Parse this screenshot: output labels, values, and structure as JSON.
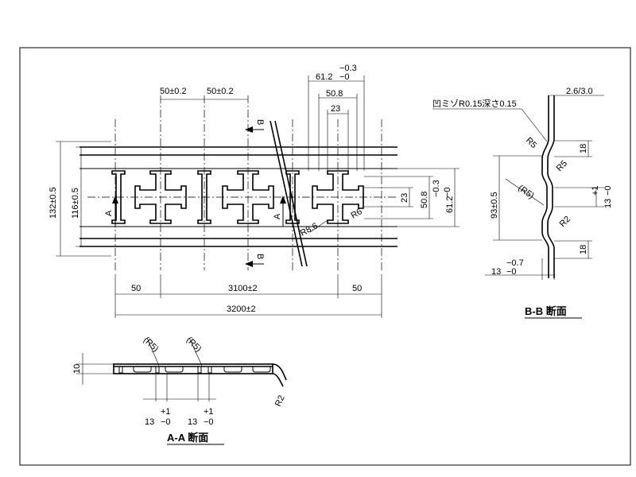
{
  "dimensions": {
    "pitch_left": "50±0.2",
    "pitch_right": "50±0.2",
    "total_612": "61.2",
    "tol_612_up": "−0.3",
    "tol_612_low": "−0",
    "dim_508": "50.8",
    "dim_23": "23",
    "height_132": "132±0.5",
    "height_116": "116±0.5",
    "right_23": "23",
    "right_508": "50.8",
    "right_612": "61.2",
    "right_tol_up": "−0.3",
    "right_tol_low": "−0",
    "bottom_50_left": "50",
    "bottom_3100": "3100±2",
    "bottom_50_right": "50",
    "bottom_3200": "3200±2",
    "r86": "R8.6",
    "r6": "R6"
  },
  "section_markers": {
    "a_left": "A",
    "a_right": "A",
    "b_top": "B",
    "b_bottom": "B"
  },
  "section_bb": {
    "title": "B-B 断面",
    "note": "凹ミゾR0.15深さ0.15",
    "thickness": "2.6/3.0",
    "r5_top": "R5",
    "r5_mid": "R5",
    "r5_paren": "(R5)",
    "r2": "R2",
    "dim_93": "93±0.5",
    "dim_18_top": "18",
    "dim_18_bot": "18",
    "dim_13_right": "13",
    "tol_13_right_up": "+1",
    "tol_13_right_low": "−0",
    "dim_13_bottom": "13",
    "tol_13_bottom_up": "−0.7",
    "tol_13_bottom_low": "−0"
  },
  "section_aa": {
    "title": "A-A 断面",
    "dim_10": "10",
    "r5_a": "(R5)",
    "r5_b": "(R5)",
    "r2": "R2",
    "dim_13_a": "13",
    "tol_a_up": "+1",
    "tol_a_low": "−0",
    "dim_13_b": "13",
    "tol_b_up": "+1",
    "tol_b_low": "−0"
  }
}
